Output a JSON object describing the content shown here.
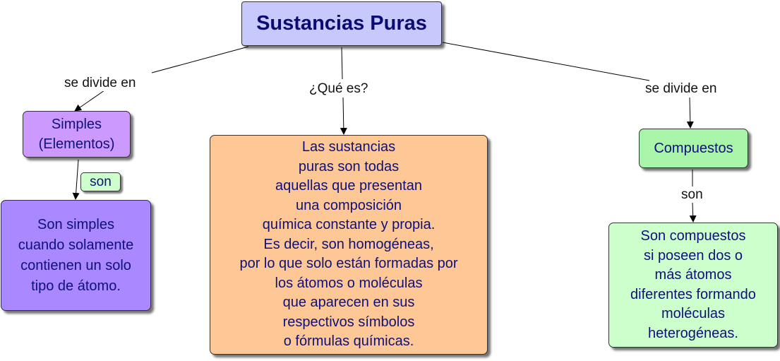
{
  "colors": {
    "title_fill": "#c7c8fb",
    "simples_fill": "#cc99ff",
    "simples_def_fill": "#aa88ff",
    "definition_fill": "#fdc895",
    "compuestos_fill": "#a8f4a8",
    "compuestos_def_fill": "#ccffcc",
    "text": "#10107a"
  },
  "nodes": {
    "title": "Sustancias Puras",
    "simples": [
      "Simples",
      "(Elementos)"
    ],
    "simples_definition": [
      "Son simples",
      "cuando solamente",
      "contienen un solo",
      "tipo de átomo."
    ],
    "definition": [
      "Las sustancias",
      "puras son todas",
      "aquellas que presentan",
      "una composición",
      "química constante y propia.",
      "Es decir, son homogéneas,",
      "por lo que solo están formadas por",
      "los átomos o moléculas",
      "que aparecen en sus",
      "respectivos símbolos",
      "o fórmulas químicas."
    ],
    "compuestos": "Compuestos",
    "compuestos_definition": [
      "Son compuestos",
      "si poseen dos o",
      "más átomos",
      "diferentes formando",
      "moléculas",
      "heterogéneas."
    ]
  },
  "links": {
    "left": "se divide en",
    "center": "¿Qué es?",
    "right": "se divide en",
    "son_left": "son",
    "son_right": "son"
  }
}
